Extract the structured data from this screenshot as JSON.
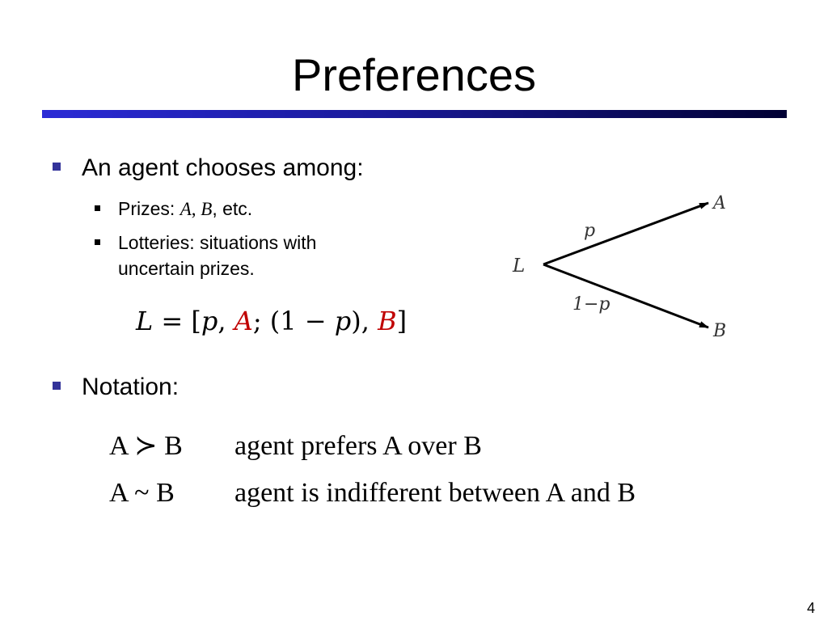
{
  "slide": {
    "title": "Preferences",
    "page_number": "4"
  },
  "bullets": {
    "choose": "An agent chooses among:",
    "prizes_label": "Prizes: ",
    "prizes_a": "A",
    "prizes_sep": ", ",
    "prizes_b": "B",
    "prizes_etc": ", etc.",
    "lotteries_line1": "Lotteries: situations with",
    "lotteries_line2": "uncertain prizes.",
    "notation": "Notation:"
  },
  "formula": {
    "lhs": "L",
    "eq": " = [",
    "p": "p",
    "comma1": ", ",
    "a": "A",
    "semi": ";  (1 − ",
    "p2": "p",
    "close": "), ",
    "b": "B",
    "end": "]"
  },
  "diagram": {
    "root": "L",
    "top_label": "p",
    "bottom_label": "1−p",
    "top_leaf": "A",
    "bottom_leaf": "B"
  },
  "notation": [
    {
      "relation": "A ≻ B",
      "meaning": "agent prefers A over B"
    },
    {
      "relation": "A ~ B",
      "meaning": "agent is indifferent between A and B"
    }
  ],
  "colors": {
    "accent": "#c00000",
    "rule_start": "#2b2bd6",
    "rule_end": "#000033",
    "bullet": "#33339a"
  }
}
